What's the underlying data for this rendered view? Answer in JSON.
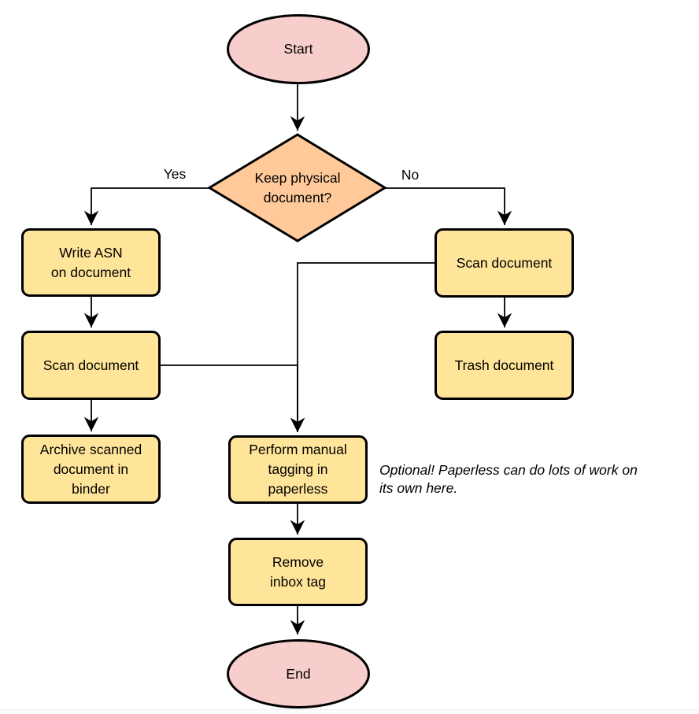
{
  "diagram": {
    "nodes": {
      "start": "Start",
      "decision": "Keep physical\ndocument?",
      "write_asn": "Write ASN\non document",
      "scan_left": "Scan document",
      "archive": "Archive scanned\ndocument in\nbinder",
      "scan_right": "Scan document",
      "trash": "Trash document",
      "tagging": "Perform manual\ntagging in\npaperless",
      "remove_inbox": "Remove\ninbox tag",
      "end": "End"
    },
    "edge_labels": {
      "yes": "Yes",
      "no": "No"
    },
    "note": "Optional! Paperless can do lots of work on\nits own here.",
    "colors": {
      "terminal_fill": "#F8CECC",
      "decision_fill": "#FFC999",
      "process_fill": "#FFE599",
      "stroke": "#000000"
    }
  }
}
